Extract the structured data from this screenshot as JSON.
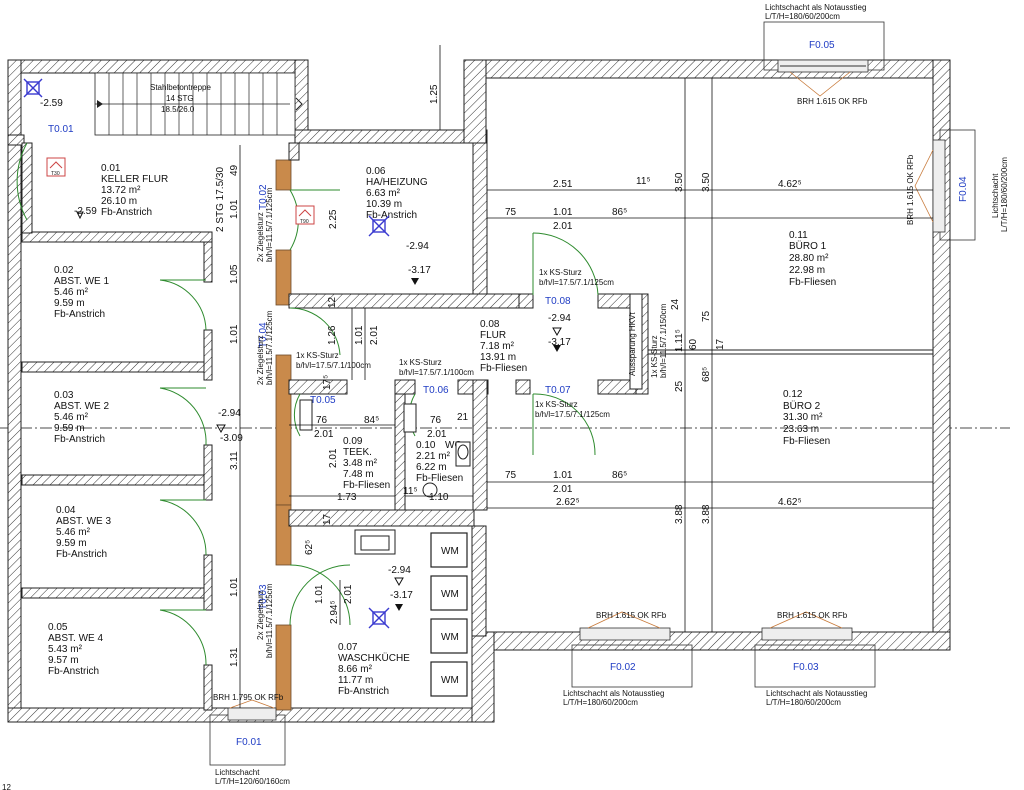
{
  "stair": {
    "title": "Stahlbetontreppe",
    "steps": "14 STG",
    "ratio": "18.5/26.0",
    "level": "-2.59",
    "id": "T0.01"
  },
  "stair_dim": {
    "label": "2 STG 17.5/30"
  },
  "top_dim": "1.25",
  "rooms": [
    {
      "no": "0.01",
      "name": "KELLER FLUR",
      "area": "13.72 m²",
      "perimeter": "26.10 m",
      "finish": "Fb-Anstrich"
    },
    {
      "no": "0.02",
      "name": "ABST. WE 1",
      "area": "5.46 m²",
      "perimeter": "9.59 m",
      "finish": "Fb-Anstrich"
    },
    {
      "no": "0.03",
      "name": "ABST. WE 2",
      "area": "5.46 m²",
      "perimeter": "9.59 m",
      "finish": "Fb-Anstrich"
    },
    {
      "no": "0.04",
      "name": "ABST. WE 3",
      "area": "5.46 m²",
      "perimeter": "9.59 m",
      "finish": "Fb-Anstrich"
    },
    {
      "no": "0.05",
      "name": "ABST. WE 4",
      "area": "5.43 m²",
      "perimeter": "9.57 m",
      "finish": "Fb-Anstrich"
    },
    {
      "no": "0.06",
      "name": "HA/HEIZUNG",
      "area": "6.63 m²",
      "perimeter": "10.39 m",
      "finish": "Fb-Anstrich"
    },
    {
      "no": "0.07",
      "name": "WASCHKÜCHE",
      "area": "8.66 m²",
      "perimeter": "11.77 m",
      "finish": "Fb-Anstrich"
    },
    {
      "no": "0.08",
      "name": "FLUR",
      "area": "7.18 m²",
      "perimeter": "13.91 m",
      "finish": "Fb-Fliesen"
    },
    {
      "no": "0.09",
      "name": "TEEK.",
      "area": "3.48 m²",
      "perimeter": "7.48 m",
      "finish": "Fb-Fliesen"
    },
    {
      "no": "0.10",
      "name": "WC",
      "area": "2.21 m²",
      "perimeter": "6.22 m",
      "finish": "Fb-Fliesen"
    },
    {
      "no": "0.11",
      "name": "BÜRO 1",
      "area": "28.80 m²",
      "perimeter": "22.98 m",
      "finish": "Fb-Fliesen"
    },
    {
      "no": "0.12",
      "name": "BÜRO 2",
      "area": "31.30 m²",
      "perimeter": "23.63 m",
      "finish": "Fb-Fliesen"
    }
  ],
  "doors": [
    "T0.02",
    "T0.03",
    "T0.04",
    "T0.05",
    "T0.06",
    "T0.07",
    "T0.08"
  ],
  "windows": [
    "F0.01",
    "F0.02",
    "F0.03",
    "F0.04",
    "F0.05"
  ],
  "levels": [
    "-2.59",
    "-2.94",
    "-3.17",
    "-2.94",
    "-3.09",
    "-2.94",
    "-3.17",
    "-2.94",
    "-3.17"
  ],
  "lintels": {
    "ziegel_a": "2x Ziegelsturz",
    "ziegel_b": "b/h/l=11.5/7.1/125cm",
    "ks1_a": "1x KS-Sturz",
    "ks1_b": "b/h/l=17.5/7.1/100cm",
    "ks2_a": "1x KS-Sturz",
    "ks2_b": "b/h/l=17.5/7.1/100cm",
    "ks3_a": "1x KS-Sturz",
    "ks3_b": "b/h/l=17.5/7.1/125cm",
    "ks4_a": "1x KS-Sturz",
    "ks4_b": "b/h/l=17.5/7.1/125cm",
    "ks5_a": "1x KS-Sturz",
    "ks5_b": "b/h/l=11.5/7.1/150cm"
  },
  "notes": {
    "aussparung": "Aussparung HKVt",
    "brh_top": "BRH 1.615 OK RFb",
    "brh_right": "BRH 1.615 OK RFb",
    "brh_f02": "BRH 1.615 OK RFb",
    "brh_f03": "BRH 1.615 OK RFb",
    "brh_f01": "BRH 1.795 OK RFb",
    "ls_top_a": "Lichtschacht als Notausstieg",
    "ls_top_b": "L/T/H=180/60/200cm",
    "ls_right_a": "Lichtschacht",
    "ls_right_b": "L/T/H=180/60/200cm",
    "ls_f02_a": "Lichtschacht als Notausstieg",
    "ls_f02_b": "L/T/H=180/60/200cm",
    "ls_f03_a": "Lichtschacht als Notausstieg",
    "ls_f03_b": "L/T/H=180/60/200cm",
    "ls_f01_a": "Lichtschacht",
    "ls_f01_b": "L/T/H=120/60/160cm",
    "wm": "WM",
    "t30": "T30",
    "t90": "T90",
    "corner": "12"
  },
  "dims": {
    "d_251": "2.51",
    "d_115": "11⁵",
    "d_350a": "3.50",
    "d_350b": "3.50",
    "d_4625a": "4.62⁵",
    "d_75a": "75",
    "d_101a": "1.01",
    "d_865a": "86⁵",
    "d_201a": "2.01",
    "d_75b": "75",
    "d_101b": "1.01",
    "d_865b": "86⁵",
    "d_201b": "2.01",
    "d_2625": "2.62⁵",
    "d_388a": "3.88",
    "d_388b": "3.88",
    "d_4625b": "4.62⁵",
    "d_24": "24",
    "d_75v": "75",
    "d_60": "60",
    "d_1115": "1.11⁵",
    "d_25": "25",
    "d_685": "68⁵",
    "d_17": "17",
    "d_49": "49",
    "d_101v1": "1.01",
    "d_105": "1.05",
    "d_101v2": "1.01",
    "d_311": "3.11",
    "d_101v3": "1.01",
    "d_131": "1.31",
    "d_225": "2.25",
    "d_126": "1.26",
    "d_12": "12",
    "d_101v4": "1.01",
    "d_201v": "2.01",
    "d_175": "17⁵",
    "d_76a": "76",
    "d_845": "84⁵",
    "d_76b": "76",
    "d_21": "21",
    "d_201c": "2.01",
    "d_201d": "2.01",
    "d_201v2": "2.01",
    "d_173": "1.73",
    "d_115b": "11⁵",
    "d_110": "1.10",
    "d_17b": "17",
    "d_625": "62⁵",
    "d_101v5": "1.01",
    "d_2945": "2.94⁵",
    "d_201v3": "2.01"
  }
}
